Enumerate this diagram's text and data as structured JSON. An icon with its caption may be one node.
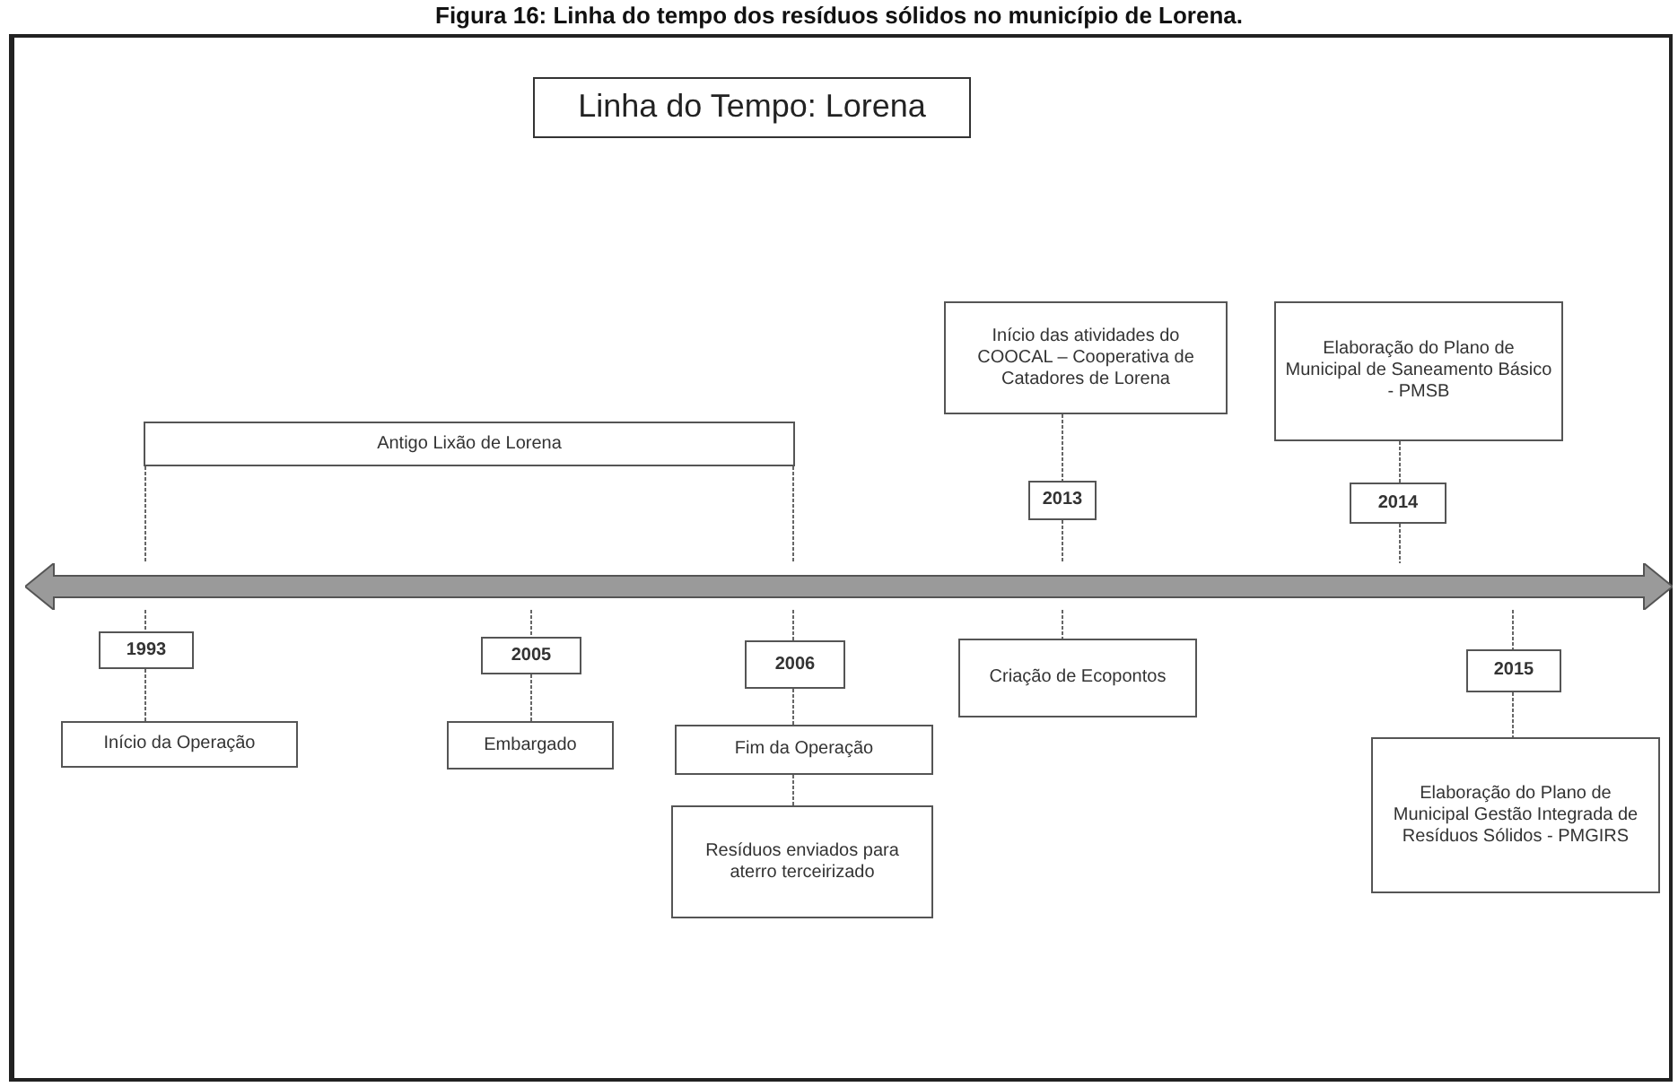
{
  "diagram": {
    "caption": "Figura 16: Linha do tempo dos resíduos sólidos no município de Lorena.",
    "nodes": [
      {
        "text": [
          "Linha do Tempo: Lorena"
        ]
      },
      {
        "text": [
          "Antigo Lixão de Lorena"
        ]
      },
      {
        "text": [
          "Início das atividades do COOCAL – Cooperativa de Catadores de Lorena"
        ]
      },
      {
        "text": [
          "Elaboração do Plano de Municipal de Saneamento Básico - PMSB"
        ]
      },
      {
        "text": [
          "2013"
        ]
      },
      {
        "text": [
          "2014"
        ]
      },
      {
        "text": [],
        "shape": "bar"
      },
      {
        "text": [
          "1993"
        ]
      },
      {
        "text": [
          "2005"
        ]
      },
      {
        "text": [
          "2006"
        ]
      },
      {
        "text": [
          "2015"
        ]
      },
      {
        "text": [
          "Início da Operação"
        ]
      },
      {
        "text": [
          "Embargado"
        ]
      },
      {
        "text": [
          "Criação de Ecopontos"
        ]
      },
      {
        "text": [
          "Fim da Operação"
        ]
      },
      {
        "text": [
          "Resíduos enviados para aterro terceirizado"
        ]
      },
      {
        "text": [
          "Elaboração do Plano de Municipal Gestão Integrada de Resíduos Sólidos - PMGIRS"
        ]
      }
    ],
    "edges": [
      {
        "from": 2,
        "to": 4,
        "arrow": "none"
      },
      {
        "from": 4,
        "to": 6,
        "arrow": "none"
      },
      {
        "from": 6,
        "to": 13,
        "arrow": "none"
      },
      {
        "from": 3,
        "to": 5,
        "arrow": "none"
      },
      {
        "from": 5,
        "to": 6,
        "arrow": "none"
      },
      {
        "from": 6,
        "to": 10,
        "arrow": "none"
      },
      {
        "from": 10,
        "to": 16,
        "arrow": "none"
      },
      {
        "from": 1,
        "to": 6,
        "arrow": "none"
      },
      {
        "from": 6,
        "to": 7,
        "arrow": "none"
      },
      {
        "from": 7,
        "to": 11,
        "arrow": "none"
      },
      {
        "from": 6,
        "to": 8,
        "arrow": "none"
      },
      {
        "from": 8,
        "to": 12,
        "arrow": "none"
      },
      {
        "from": 1,
        "to": 6,
        "arrow": "none"
      },
      {
        "from": 6,
        "to": 9,
        "arrow": "none"
      },
      {
        "from": 9,
        "to": 14,
        "arrow": "none"
      },
      {
        "from": 14,
        "to": 15,
        "arrow": "none"
      }
    ]
  }
}
